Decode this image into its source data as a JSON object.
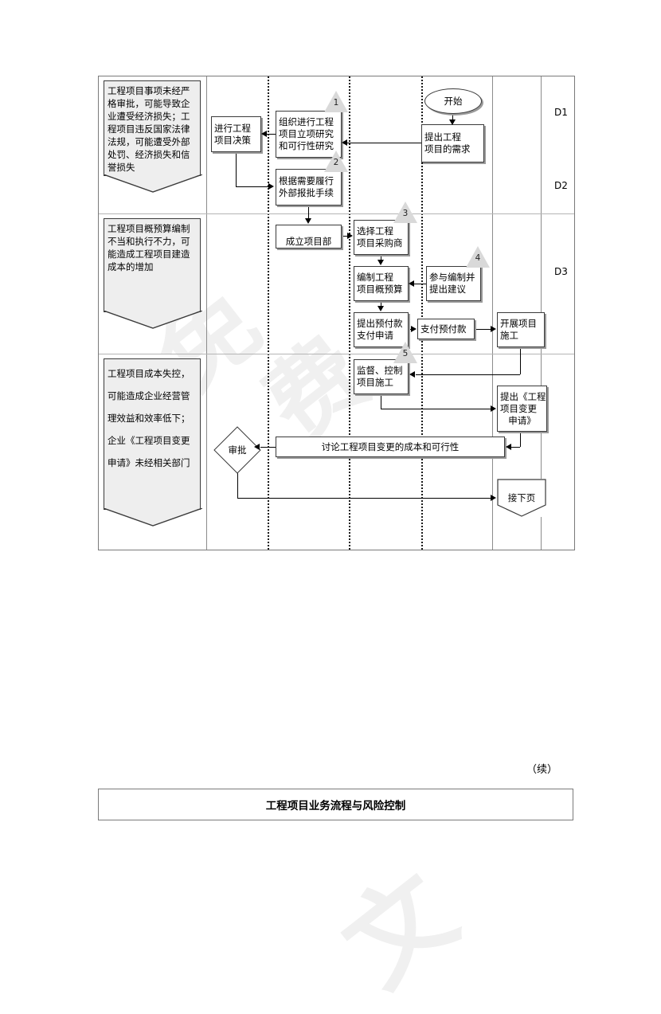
{
  "document": {
    "continuation_marker": "（续）",
    "footer_title": "工程项目业务流程与风险控制"
  },
  "diagram": {
    "type": "cross-functional-flowchart",
    "risk_column": [
      {
        "id": "risk-1",
        "text": "工程项目事项未经严格审批，可能导致企业遭受经济损失；工程项目违反国家法律法规，可能遭受外部处罚、经济损失和信誉损失"
      },
      {
        "id": "risk-2",
        "text": "工程项目概预算编制不当和执行不力，可能造成工程项目建造成本的增加"
      },
      {
        "id": "risk-3",
        "text": "工程项目成本失控，可能造成企业经营管理效益和效率低下；企业《工程项目变更申请》未经相关部门"
      }
    ],
    "nodes": {
      "decision_box": "进行工程项目决策",
      "organize_study": "组织进行工程项目立项研究和可行性研究",
      "external_approval": "根据需要履行外部报批手续",
      "establish_dept": "成立项目部",
      "start_terminator": "开始",
      "raise_demand": "提出工程项目的需求",
      "select_supplier": "选择工程项目采购商",
      "prepare_budget": "编制工程项目概预算",
      "participate_advice": "参与编制并提出建议",
      "prepay_request": "提出预付款支付申请",
      "pay_prepayment": "支付预付款",
      "start_construction": "开展项目施工",
      "supervise_control": "监督、控制项目施工",
      "change_application": "提出《工程项目变更申请》",
      "discuss_change": "讨论工程项目变更的成本和可行性",
      "approval_decision": "审批",
      "next_page": "接下页"
    },
    "warning_markers": [
      {
        "id": "warn-1",
        "number": "1"
      },
      {
        "id": "warn-2",
        "number": "2"
      },
      {
        "id": "warn-3",
        "number": "3"
      },
      {
        "id": "warn-4",
        "number": "4"
      },
      {
        "id": "warn-5",
        "number": "5"
      }
    ],
    "doc_column": {
      "labels": [
        "D1",
        "D2",
        "D3"
      ]
    }
  },
  "watermark": {
    "text_1": "免",
    "text_2": "费",
    "text_3": "文"
  },
  "colors": {
    "risk_fill": "#eeeeee",
    "warn_fill": "#d9d9d9",
    "border": "#3a3a3a",
    "frame": "#7a7a7a",
    "watermark": "#f0f0f0"
  }
}
